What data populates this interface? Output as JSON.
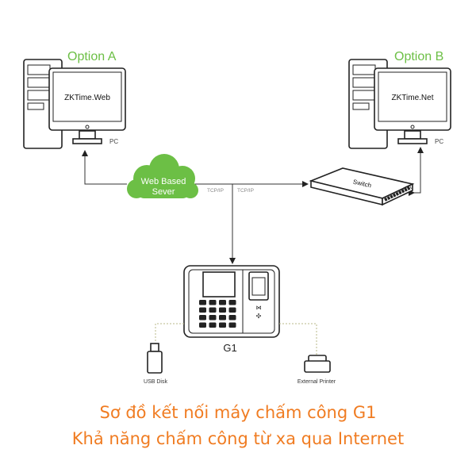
{
  "option_a": {
    "label": "Option A",
    "software": "ZKTime.Web",
    "pc_label": "PC"
  },
  "option_b": {
    "label": "Option B",
    "software": "ZKTime.Net",
    "pc_label": "PC"
  },
  "cloud": {
    "line1": "Web Based",
    "line2": "Sever"
  },
  "links": {
    "left": "TCP/IP",
    "right": "TCP/IP"
  },
  "switch": {
    "label": "Switch"
  },
  "device": {
    "label": "G1"
  },
  "usb": {
    "label": "USB Disk"
  },
  "printer": {
    "label": "External Printer"
  },
  "caption": {
    "line1": "Sơ đồ kết nối máy chấm công G1",
    "line2": "Khả năng chấm công từ xa qua Internet"
  },
  "colors": {
    "accent_green": "#6cbf45",
    "caption_orange": "#f07c22"
  }
}
